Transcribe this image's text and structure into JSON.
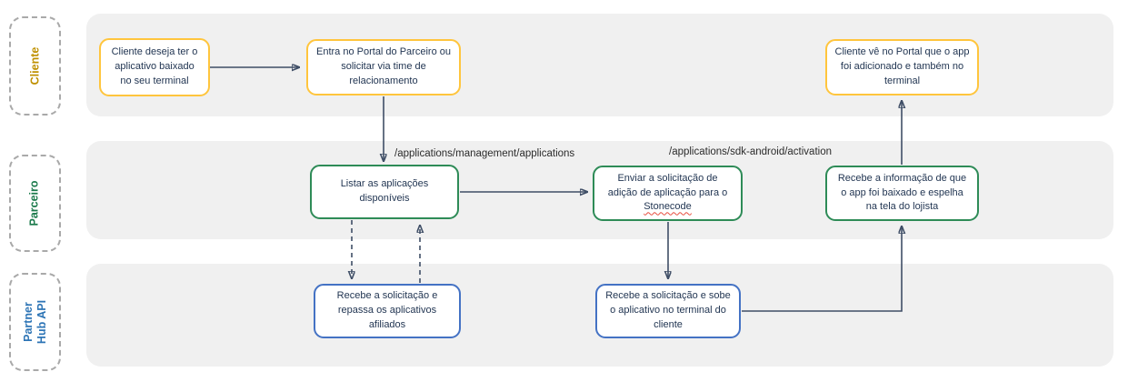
{
  "diagram": {
    "lanes": [
      {
        "label": "Cliente",
        "color": "#BF9000"
      },
      {
        "label": "Parceiro",
        "color": "#1B7A4B"
      },
      {
        "label": "Partner Hub API",
        "color": "#2E75B6"
      }
    ],
    "nodes": [
      {
        "lane": "Cliente",
        "text": "Cliente deseja ter o aplicativo baixado no seu terminal",
        "border_color": "#FFC53D"
      },
      {
        "lane": "Cliente",
        "text": "Entra no Portal do Parceiro ou solicitar via time de relacionamento",
        "border_color": "#FFC53D"
      },
      {
        "lane": "Parceiro",
        "text": "Listar as aplicações disponíveis",
        "border_color": "#2E8B57"
      },
      {
        "lane": "Parceiro",
        "text_prefix": "Enviar a solicitação de adição de aplicação para o",
        "text_underlined": "Stonecode",
        "border_color": "#2E8B57"
      },
      {
        "lane": "Parceiro",
        "text": "Recebe a informação de que o app foi baixado e espelha na tela do lojista",
        "border_color": "#2E8B57"
      },
      {
        "lane": "Cliente",
        "text": "Cliente vê no Portal que o app foi adicionado e também no terminal",
        "border_color": "#FFC53D"
      },
      {
        "lane": "Partner Hub API",
        "text": "Recebe a solicitação e repassa os aplicativos afiliados",
        "border_color": "#4472C4"
      },
      {
        "lane": "Partner Hub API",
        "text": "Recebe a solicitação e sobe o aplicativo no terminal do cliente",
        "border_color": "#4472C4"
      }
    ],
    "edge_labels": [
      {
        "text": "/applications/management/applications"
      },
      {
        "text": "/applications/sdk-android/activation"
      }
    ],
    "colors": {
      "lane_band": "#F0F0F0",
      "arrow": "#3F4E66",
      "node_text": "#1F3350",
      "edge_label_text": "#2B2B2B",
      "spellcheck_underline": "#E84C3D"
    }
  }
}
